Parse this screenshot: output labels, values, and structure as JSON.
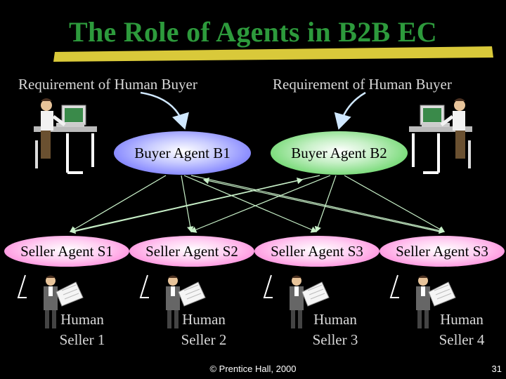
{
  "slide": {
    "title": "The Role of Agents in B2B EC",
    "requirement_left": "Requirement of Human Buyer",
    "requirement_right": "Requirement of Human Buyer",
    "buyer_agents": [
      "Buyer Agent B1",
      "Buyer Agent B2"
    ],
    "seller_agents": [
      "Seller Agent S1",
      "Seller Agent S2",
      "Seller Agent S3",
      "Seller Agent S3"
    ],
    "human_sellers": [
      {
        "line1": "Human",
        "line2": "Seller 1"
      },
      {
        "line1": "Human",
        "line2": "Seller 2"
      },
      {
        "line1": "Human",
        "line2": "Seller 3"
      },
      {
        "line1": "Human",
        "line2": "Seller 4"
      }
    ],
    "footer": "© Prentice Hall, 2000",
    "page_number": "31"
  },
  "colors": {
    "title": "#2d9a3c",
    "underline": "#d9c93a",
    "connector": "#c8f0c8",
    "buyer_b1": "#8b8dff",
    "buyer_b2": "#7fdc7f",
    "seller_agent": "#ff97e0"
  }
}
